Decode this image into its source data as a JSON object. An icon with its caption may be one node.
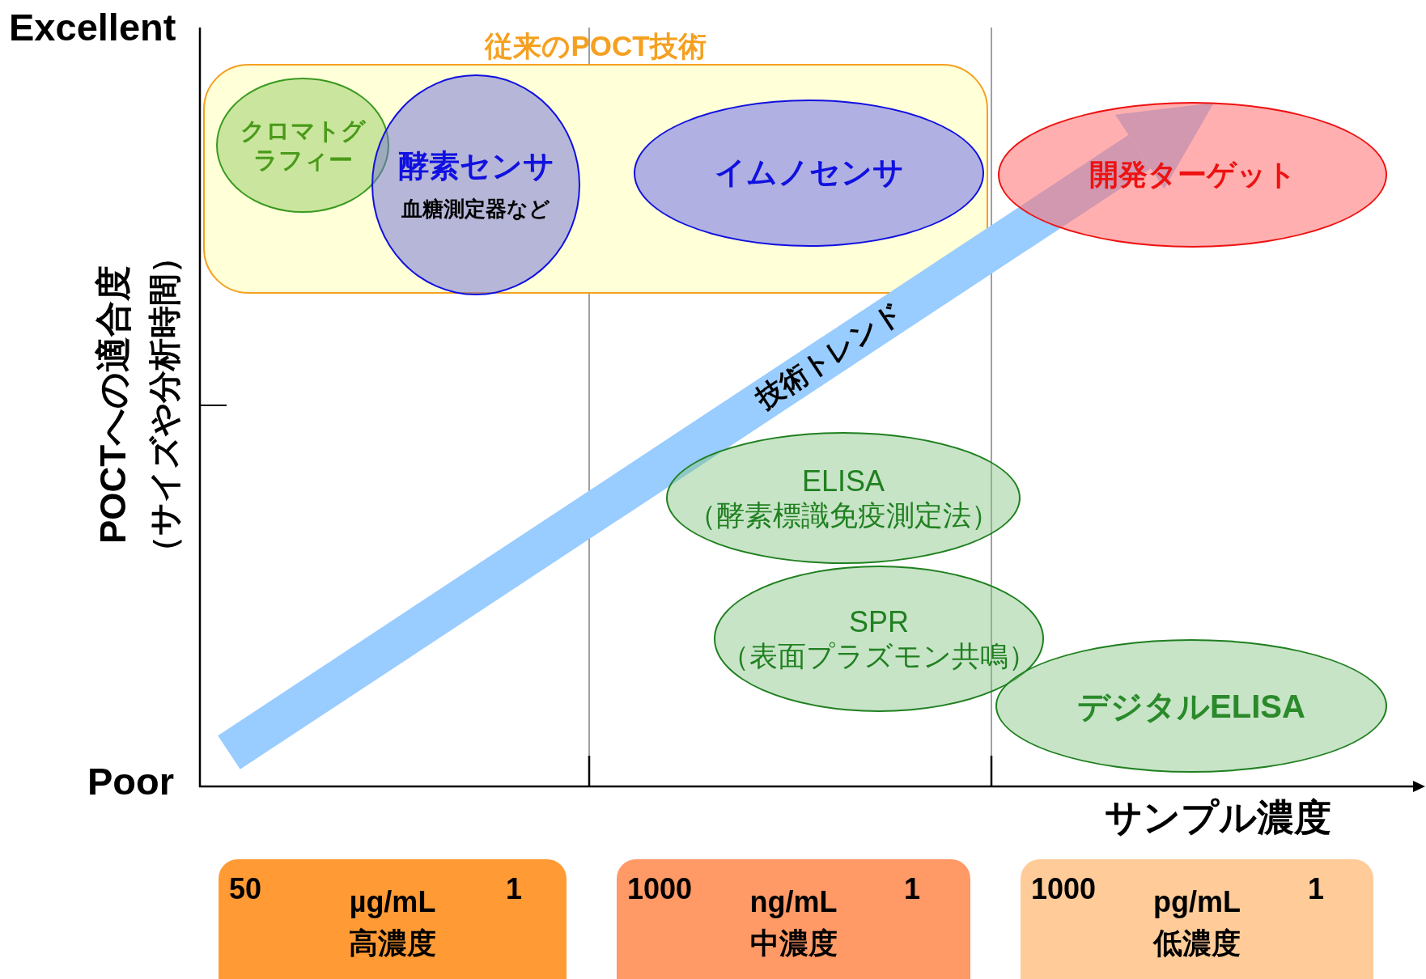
{
  "diagram": {
    "nodes": [
      {
        "text": [
          "従来のPOCT技術"
        ]
      },
      {
        "text": [
          "クロマトグラフィー"
        ],
        "in": 0
      },
      {
        "text": [
          "酵素センサ",
          "血糖測定器など"
        ],
        "in": 0
      },
      {
        "text": [
          "イムノセンサ"
        ],
        "in": 0
      },
      {
        "text": [
          "開発ターゲット"
        ]
      },
      {
        "text": [
          "ELISA",
          "（酵素標識免疫測定法）"
        ]
      },
      {
        "text": [
          "SPR",
          "（表面プラズモン共鳴）"
        ]
      },
      {
        "text": [
          "デジタルELISA"
        ]
      },
      {
        "text": [
          "50",
          "µg/mL",
          "1",
          "高濃度"
        ]
      },
      {
        "text": [
          "1000",
          "ng/mL",
          "1",
          "中濃度"
        ]
      },
      {
        "text": [
          "1000",
          "pg/mL",
          "1",
          "低濃度"
        ]
      }
    ],
    "edges": [
      {
        "from": null,
        "to": 4,
        "arrow": "to",
        "label": "技術トレンド",
        "color": "#99ccff"
      }
    ],
    "labels": [
      "Excellent",
      "POCTへの適合度",
      "（サイズや分析時間）",
      "Poor",
      "サンプル濃度"
    ]
  }
}
